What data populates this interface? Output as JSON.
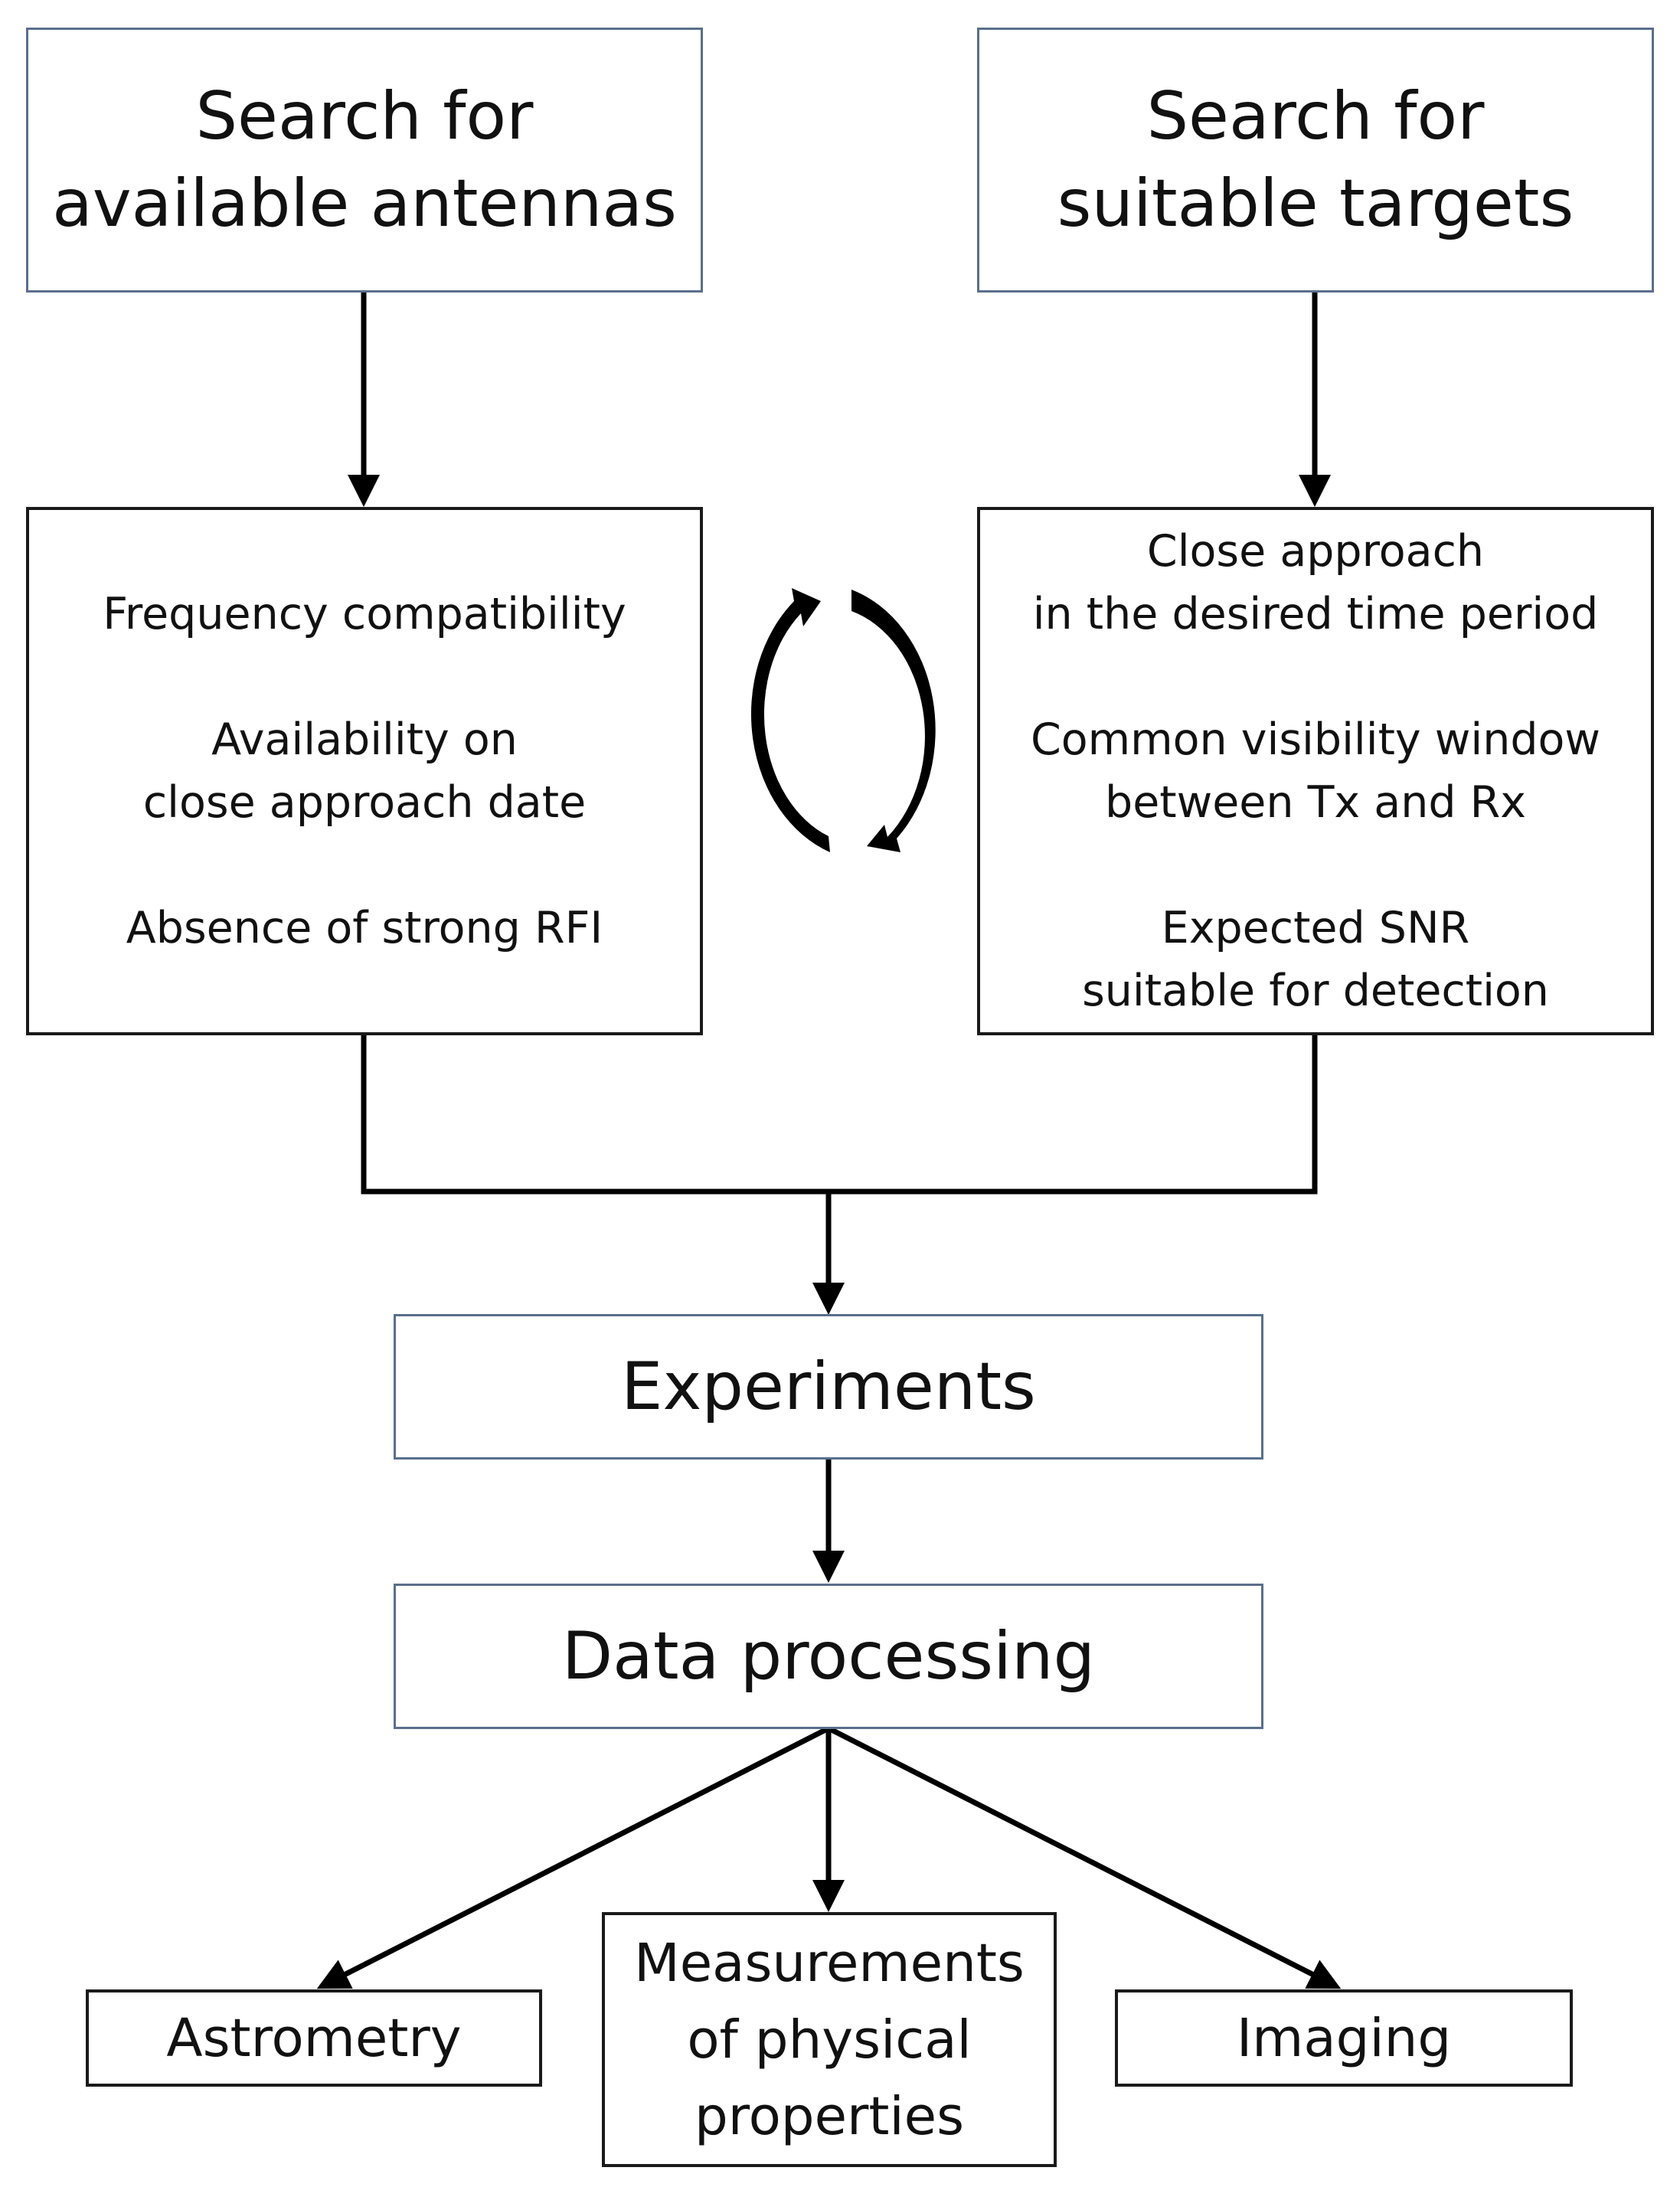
{
  "nodes": {
    "search_antennas": {
      "lines": [
        "Search for",
        "available antennas"
      ]
    },
    "search_targets": {
      "lines": [
        "Search for",
        "suitable targets"
      ]
    },
    "antenna_criteria": {
      "items": [
        {
          "lines": [
            "Frequency compatibility"
          ]
        },
        {
          "lines": [
            "Availability on",
            "close approach date"
          ]
        },
        {
          "lines": [
            "Absence of strong RFI"
          ]
        }
      ]
    },
    "target_criteria": {
      "items": [
        {
          "lines": [
            "Close approach",
            "in the desired time period"
          ]
        },
        {
          "lines": [
            "Common visibility window",
            "between Tx and Rx"
          ]
        },
        {
          "lines": [
            "Expected SNR",
            "suitable for detection"
          ]
        }
      ]
    },
    "experiments": {
      "label": "Experiments"
    },
    "data_processing": {
      "label": "Data processing"
    },
    "astrometry": {
      "label": "Astrometry"
    },
    "measurements": {
      "lines": [
        "Measurements",
        "of physical",
        "properties"
      ]
    },
    "imaging": {
      "label": "Imaging"
    }
  },
  "colors": {
    "box_border": "#5a6f8c",
    "line": "#000000"
  }
}
